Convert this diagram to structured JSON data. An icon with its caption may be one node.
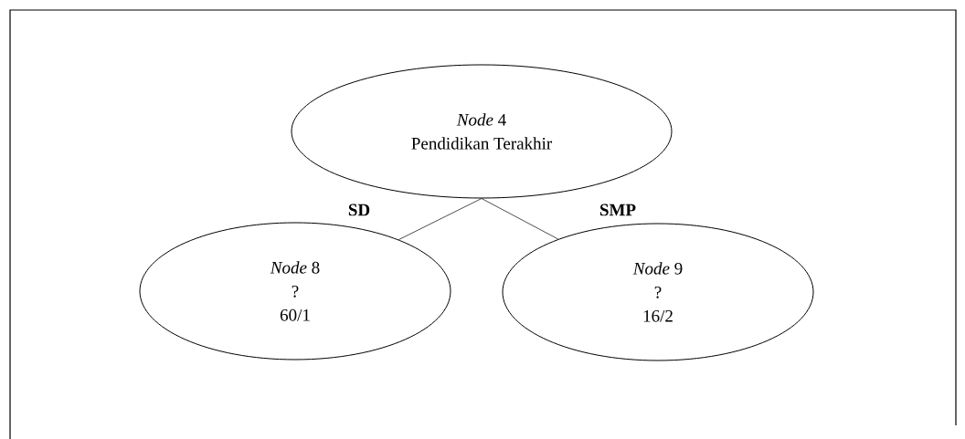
{
  "diagram": {
    "nodes": [
      {
        "text": [
          "*Node* 4",
          "Pendidikan Terakhir"
        ]
      },
      {
        "text": [
          "*Node* 8",
          "?",
          "60/1"
        ]
      },
      {
        "text": [
          "*Node* 9",
          "?",
          "16/2"
        ]
      }
    ],
    "edges": [
      {
        "from": 0,
        "to": 1,
        "arrow": "none",
        "label": "SD"
      },
      {
        "from": 0,
        "to": 2,
        "arrow": "none",
        "label": "SMP"
      }
    ]
  }
}
